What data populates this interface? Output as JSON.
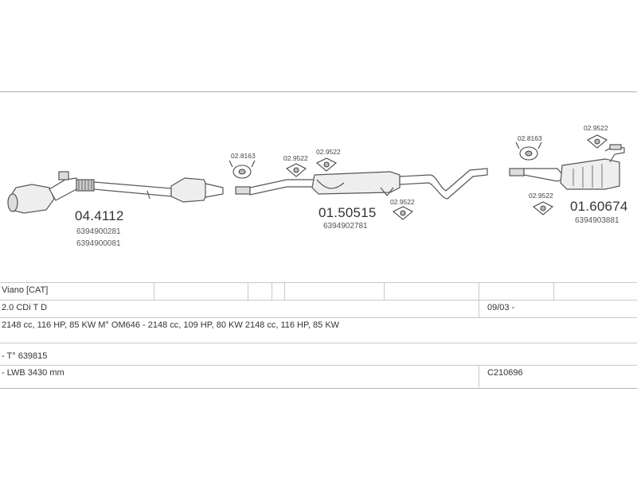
{
  "parts": {
    "cat": {
      "number": "04.4112",
      "oem1": "6394900281",
      "oem2": "6394900081"
    },
    "mid": {
      "number": "01.50515",
      "oem1": "6394902781"
    },
    "rear": {
      "number": "01.60674",
      "oem1": "6394903881"
    }
  },
  "small_parts": {
    "clamp1": "02.8163",
    "gasket1": "02.9522",
    "gasket2": "02.9522",
    "gasket3": "02.9522",
    "clamp2": "02.8163",
    "gasket4": "02.9522",
    "gasket5": "02.9522"
  },
  "table": {
    "model": "Viano  [CAT]",
    "engine": "2.0 CDi T D",
    "date": "09/03 -",
    "specs": "2148 cc, 116 HP, 85 KW M° OM646 - 2148 cc, 109 HP, 80 KW 2148 cc, 116 HP, 85 KW",
    "note1": "- T° 639815",
    "note2": "- LWB 3430 mm",
    "code": "C210696"
  },
  "colors": {
    "line": "#555555",
    "grid": "#c8c8c8"
  }
}
